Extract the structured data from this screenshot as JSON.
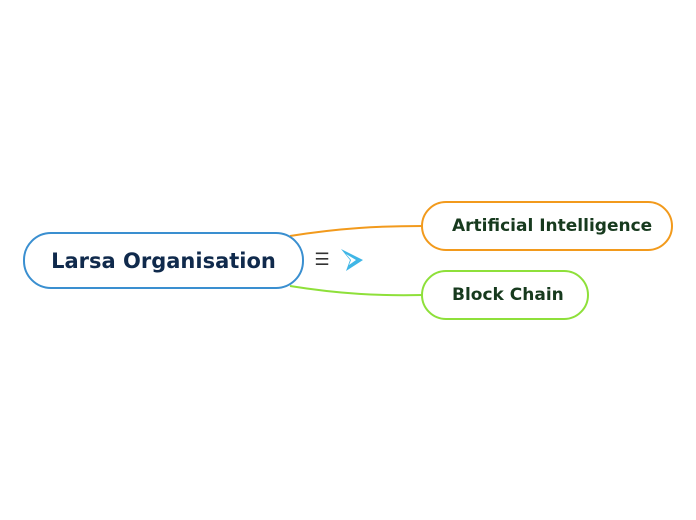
{
  "mindmap": {
    "root": {
      "label": "Larsa Organisation",
      "border_color": "#3a8fd0"
    },
    "children": [
      {
        "label": "Artificial Intelligence",
        "branch_color": "#f29a1c"
      },
      {
        "label": "Block Chain",
        "branch_color": "#8ee03a"
      }
    ],
    "toolbar": {
      "menu_glyph": "☰",
      "menu_icon": "hamburger-menu-icon",
      "play_icon": "play-presentation-icon",
      "play_color": "#3fb6e6"
    }
  }
}
